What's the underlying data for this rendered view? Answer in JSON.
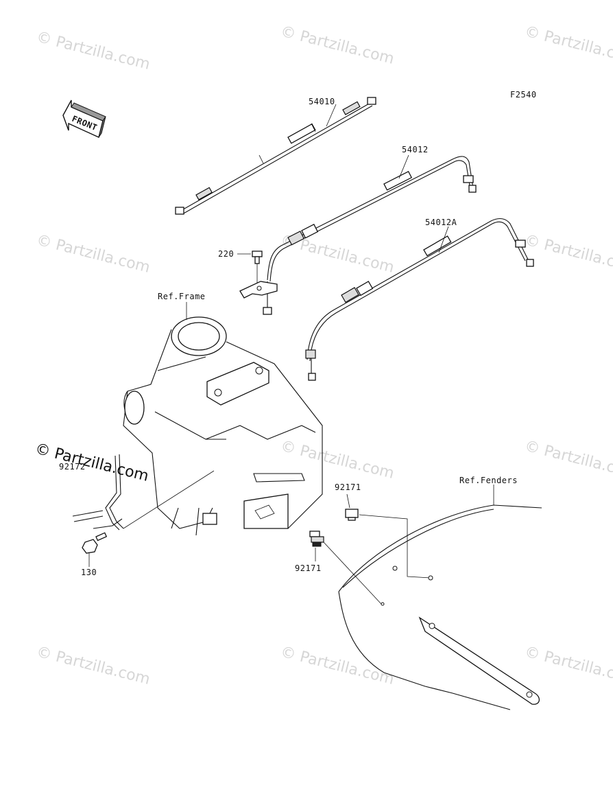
{
  "diagram_code": "F2540",
  "front_label": "FRONT",
  "parts": {
    "cable_54010": "54010",
    "cable_54012": "54012",
    "cable_54012a": "54012A",
    "bolt_220": "220",
    "clamp_92172": "92172",
    "bolt_130": "130",
    "clip_92171_upper": "92171",
    "clip_92171_lower": "92171"
  },
  "references": {
    "frame": "Ref.Frame",
    "fenders": "Ref.Fenders"
  },
  "watermarks": {
    "light_text": "© Partzilla.com",
    "dark_text": "© Partzilla.com"
  }
}
